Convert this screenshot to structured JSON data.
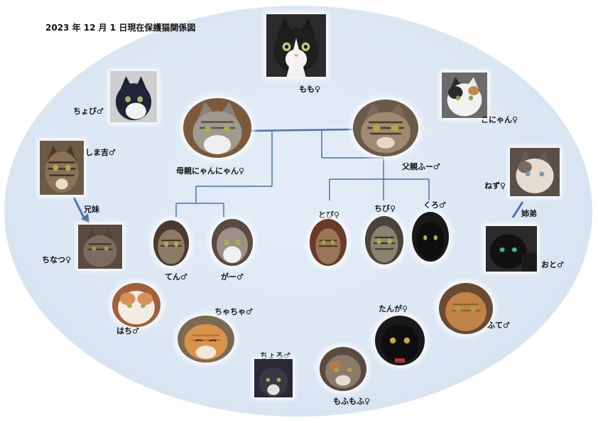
{
  "title": "2023 年 12 月 1 日現在保護猫関係図",
  "cats": {
    "momo": {
      "name": "もも♀",
      "fur": "tuxedo"
    },
    "chobi": {
      "name": "ちょび♂",
      "fur": "tuxedo"
    },
    "koniyan": {
      "name": "こにゃん♀",
      "fur": "calico"
    },
    "shimakichi": {
      "name": "しま吉♂",
      "fur": "tabby"
    },
    "chinatsu": {
      "name": "ちなつ♀",
      "fur": "tabby"
    },
    "mother": {
      "name": "母親にゃんにゃん♀",
      "fur": "tabby-white"
    },
    "father": {
      "name": "父親ふー♂",
      "fur": "tabby"
    },
    "ten": {
      "name": "てん♂",
      "fur": "tabby"
    },
    "gaa": {
      "name": "がー♂",
      "fur": "tabby-white"
    },
    "tobi": {
      "name": "とび♀",
      "fur": "tabby"
    },
    "chibi": {
      "name": "ちび♀",
      "fur": "tabby"
    },
    "kuro": {
      "name": "くろ♂",
      "fur": "black"
    },
    "nezu": {
      "name": "ねず♀",
      "fur": "cream"
    },
    "oto": {
      "name": "おと♂",
      "fur": "black"
    },
    "hachi": {
      "name": "はち♂",
      "fur": "orange-white"
    },
    "chachacha": {
      "name": "ちゃちゃ♂",
      "fur": "orange"
    },
    "choro": {
      "name": "ちょろ♂",
      "fur": "tabby"
    },
    "mofumofu": {
      "name": "もふもふ♀",
      "fur": "tortie"
    },
    "tanga": {
      "name": "たんが♀",
      "fur": "black"
    },
    "futo": {
      "name": "ふて♂",
      "fur": "orange"
    }
  },
  "relations": {
    "siblings1": "兄妹",
    "siblings2": "姉弟"
  },
  "colors": {
    "line": "#4a72b0",
    "background": "#dbe6f3"
  }
}
